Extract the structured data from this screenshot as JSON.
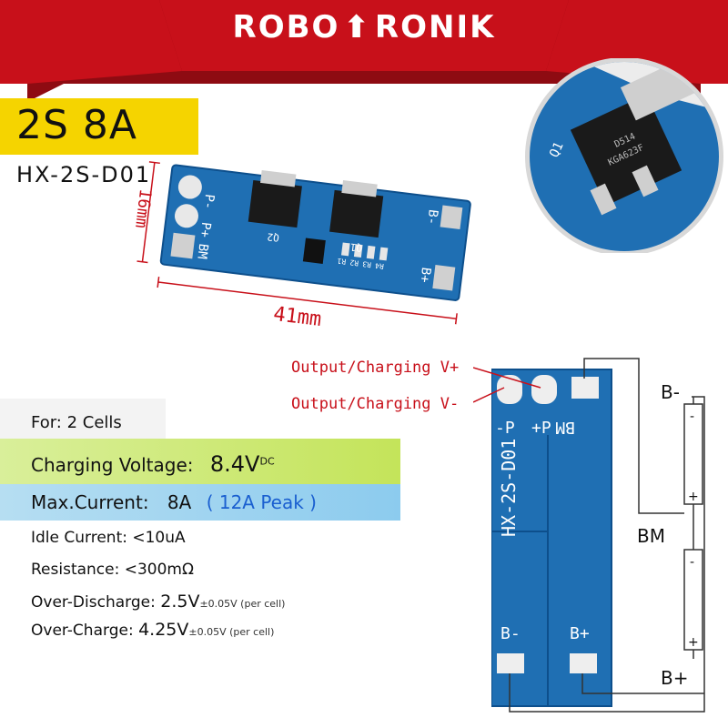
{
  "brand": {
    "name_left": "ROBO",
    "name_right": "RONIK"
  },
  "product": {
    "title": "2S 8A",
    "model": "HX-2S-D01"
  },
  "board_top": {
    "pads_left": [
      "P-",
      "P+",
      "BM"
    ],
    "pads_right": [
      "B-",
      "B+"
    ],
    "mosfets": [
      "Q2",
      "Q1"
    ],
    "resistors": [
      "R1",
      "R2",
      "R3",
      "R4"
    ],
    "width_label": "41mm",
    "height_label": "16mm"
  },
  "mosfet_detail": {
    "designator": "Q1",
    "marking_line1": "D514",
    "marking_line2": "KGA623F"
  },
  "specs": {
    "cells": "For: 2 Cells",
    "charging_voltage_label": "Charging Voltage:",
    "charging_voltage_value": "8.4V",
    "charging_voltage_sup": "DC",
    "max_current_label": "Max.Current:",
    "max_current_value": "8A",
    "max_current_peak": "( 12A Peak )",
    "idle_current": "Idle Current: <10uA",
    "resistance": "Resistance: <300mΩ",
    "over_discharge_label": "Over-Discharge:",
    "over_discharge_value": "2.5V",
    "over_discharge_tol": "±0.05V (per cell)",
    "over_charge_label": "Over-Charge:",
    "over_charge_value": "4.25V",
    "over_charge_tol": "±0.05V (per cell)"
  },
  "diagram": {
    "output_plus": "Output/Charging V+",
    "output_minus": "Output/Charging V-",
    "board_label": "HX-2S-D01",
    "pads_top": [
      "-P",
      "+P",
      "BM"
    ],
    "pads_bottom": [
      "B-",
      "B+"
    ],
    "wire_b_minus": "B-",
    "wire_bm": "BM",
    "wire_b_plus": "B+",
    "cell_minus": "-",
    "cell_plus": "+"
  },
  "colors": {
    "banner_red": "#c8101a",
    "title_yellow": "#f5d400",
    "pcb_blue": "#1f6fb3",
    "label_red": "#c8101a",
    "peak_blue": "#1a5fd0"
  }
}
